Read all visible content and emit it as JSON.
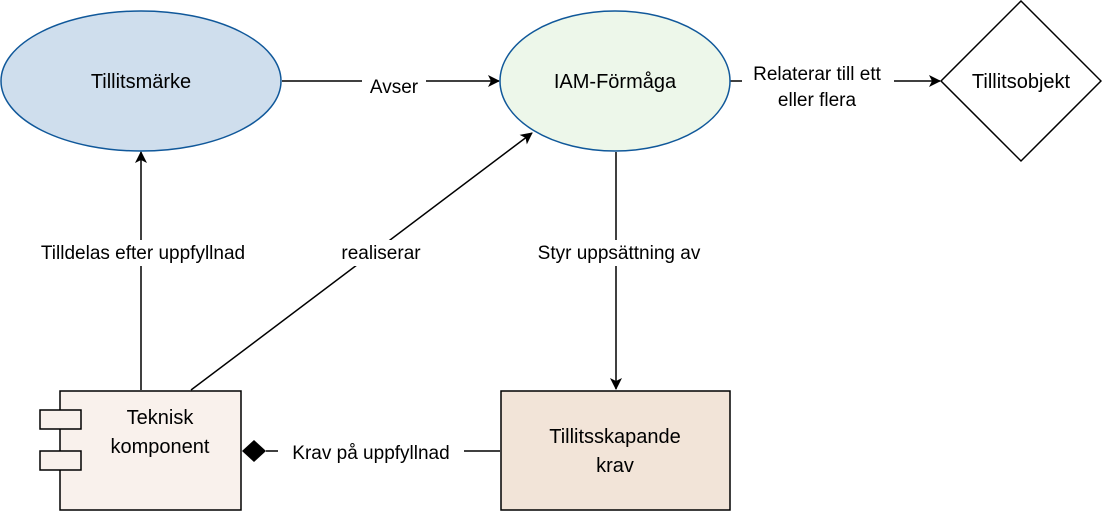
{
  "nodes": {
    "tillitsmarke": {
      "label": "Tillitsmärke",
      "fill": "#cfdeed",
      "stroke": "#10589a"
    },
    "iam": {
      "label": "IAM-Förmåga",
      "fill": "#edf7ea",
      "stroke": "#10589a"
    },
    "tillitsobjekt": {
      "label": "Tillitsobjekt",
      "fill": "#ffffff",
      "stroke": "#000000"
    },
    "teknisk": {
      "line1": "Teknisk",
      "line2": "komponent",
      "fill": "#f9f1ec",
      "stroke": "#000000"
    },
    "krav": {
      "line1": "Tillitsskapande",
      "line2": "krav",
      "fill": "#f2e4d8",
      "stroke": "#000000"
    }
  },
  "edges": {
    "avser": "Avser",
    "relaterar": {
      "line1": "Relaterar till ett",
      "line2": "eller flera"
    },
    "tilldelas": "Tilldelas efter uppfyllnad",
    "realiserar": "realiserar",
    "styr": "Styr uppsättning av",
    "krav_pa": "Krav på uppfyllnad"
  }
}
